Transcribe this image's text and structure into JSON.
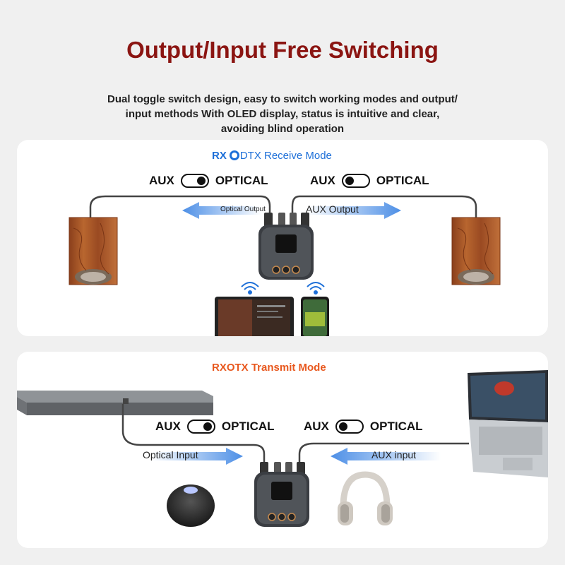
{
  "header": {
    "title": "Output/Input Free Switching",
    "subtitle_lines": [
      "Dual toggle switch design, easy to switch working modes and output/",
      "input methods With OLED display, status is intuitive and clear,",
      "avoiding blind operation"
    ]
  },
  "rx_panel": {
    "mode_prefix": "RX",
    "mode_suffix": "DTX Receive Mode",
    "left_switch": {
      "left_label": "AUX",
      "right_label": "OPTICAL",
      "position": "right"
    },
    "right_switch": {
      "left_label": "AUX",
      "right_label": "OPTICAL",
      "position": "left"
    },
    "left_arrow_label": "Optical Output",
    "right_arrow_label": "AUX Output"
  },
  "tx_panel": {
    "mode_title": "RXOTX Transmit Mode",
    "left_switch": {
      "left_label": "AUX",
      "right_label": "OPTICAL",
      "position": "right"
    },
    "right_switch": {
      "left_label": "AUX",
      "right_label": "OPTICAL",
      "position": "left"
    },
    "left_arrow_label": "Optical Input",
    "right_arrow_label": "AUX input"
  },
  "colors": {
    "title": "#8b1512",
    "rx_accent": "#1d6fd8",
    "tx_accent": "#e8581e",
    "arrow": "#5b9bec",
    "wood": "#a8552a"
  }
}
